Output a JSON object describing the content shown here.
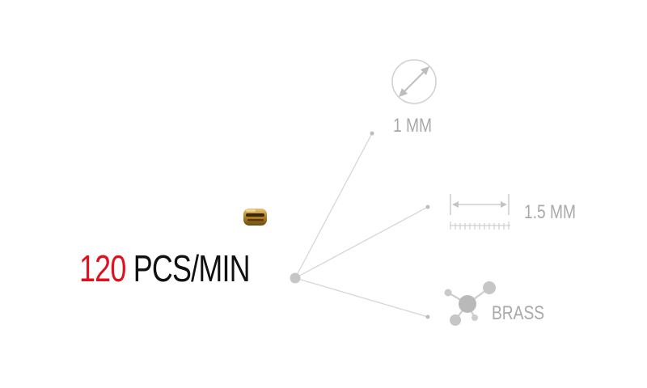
{
  "production": {
    "rate_value": "120",
    "rate_unit": "PCS/MIN"
  },
  "specs": {
    "diameter": {
      "label": "1 MM",
      "icon": "diameter-circle-icon"
    },
    "length": {
      "label": "1.5 MM",
      "icon": "length-ruler-icon"
    },
    "material": {
      "label": "BRASS",
      "icon": "molecule-icon"
    }
  },
  "colors": {
    "accent": "#e0101c",
    "text": "#111111",
    "muted": "#a9a9a9",
    "connector": "#d3d3d3",
    "brass": "#b8862b"
  }
}
